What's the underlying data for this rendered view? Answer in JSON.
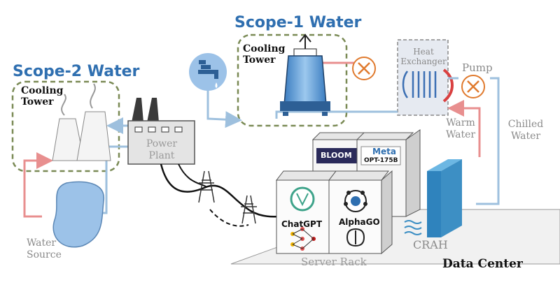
{
  "scope1": {
    "title": "Scope-1 Water",
    "cooling_tower": "Cooling\nTower"
  },
  "scope2": {
    "title": "Scope-2 Water",
    "cooling_tower": "Cooling\nTower"
  },
  "heat_exchanger": "Heat\nExchanger",
  "pump": "Pump",
  "warm_water": "Warm\nWater",
  "chilled_water": "Chilled\nWater",
  "power_plant": "Power\nPlant",
  "water_source": "Water\nSource",
  "crah": "CRAH",
  "server_rack": "Server Rack",
  "data_center": "Data Center",
  "models": {
    "chatgpt": "ChatGPT",
    "alphago": "AlphaGO",
    "bloom": "BLOOM",
    "meta": "Meta",
    "opt": "OPT-175B"
  },
  "colors": {
    "blue": "#2f6fb0",
    "warm_pipe": "#e88f8f",
    "cool_pipe": "#9ec0de",
    "dashed_box": "#7a8a55",
    "tower": "#4f8fcf",
    "crah": "#3d8fc4"
  }
}
